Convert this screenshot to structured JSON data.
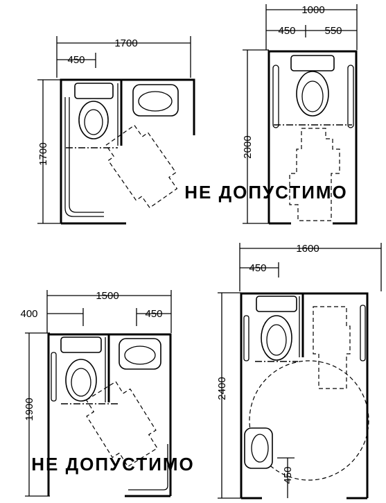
{
  "plan_top_left": {
    "dim_width": "1700",
    "dim_side": "450",
    "dim_height": "1700"
  },
  "plan_top_right": {
    "dim_width": "1000",
    "dim_left": "450",
    "dim_right": "550",
    "dim_height": "2000",
    "verdict": "НЕ ДОПУСТИМО"
  },
  "plan_bottom_left": {
    "dim_width": "1500",
    "dim_left": "400",
    "dim_right": "450",
    "dim_height": "1900",
    "verdict": "НЕ ДОПУСТИМО"
  },
  "plan_bottom_right": {
    "dim_width": "1600",
    "dim_side": "450",
    "dim_height": "2400",
    "dim_sink": "450"
  }
}
